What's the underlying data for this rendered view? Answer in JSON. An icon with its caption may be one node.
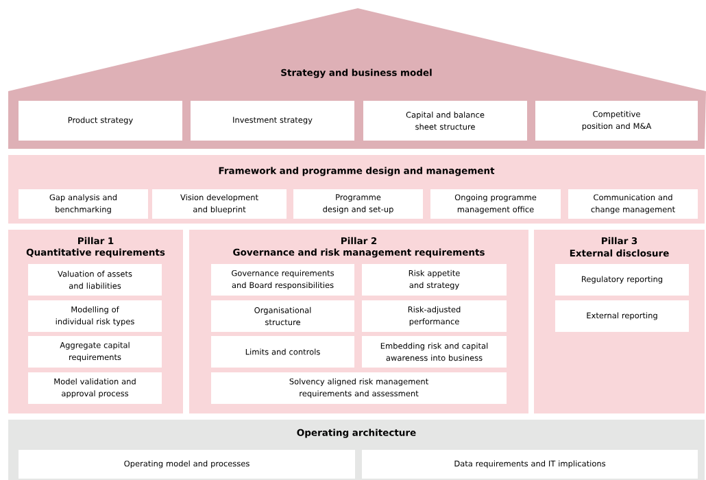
{
  "diagram": {
    "nodes": [
      {
        "text": [
          "Strategy and business model"
        ]
      },
      {
        "text": [
          "Product strategy"
        ],
        "in": 0
      },
      {
        "text": [
          "Investment strategy"
        ],
        "in": 0
      },
      {
        "text": [
          "Capital and balance sheet structure"
        ],
        "in": 0
      },
      {
        "text": [
          "Competitive position and M&A"
        ],
        "in": 0
      },
      {
        "text": [
          "Framework and programme design and management"
        ]
      },
      {
        "text": [
          "Gap analysis and benchmarking"
        ],
        "in": 5
      },
      {
        "text": [
          "Vision development and blueprint"
        ],
        "in": 5
      },
      {
        "text": [
          "Programme design and set-up"
        ],
        "in": 5
      },
      {
        "text": [
          "Ongoing programme management office"
        ],
        "in": 5
      },
      {
        "text": [
          "Communication and change management"
        ],
        "in": 5
      },
      {
        "text": [
          "Pillar 1",
          "Quantitative requirements"
        ]
      },
      {
        "text": [
          "Valuation of assets and liabilities"
        ],
        "in": 11
      },
      {
        "text": [
          "Modelling of individual risk types"
        ],
        "in": 11
      },
      {
        "text": [
          "Aggregate capital requirements"
        ],
        "in": 11
      },
      {
        "text": [
          "Model validation and approval process"
        ],
        "in": 11
      },
      {
        "text": [
          "Pillar 2",
          "Governance and risk management requirements"
        ]
      },
      {
        "text": [
          "Governance requirements and Board responsibilities"
        ],
        "in": 16
      },
      {
        "text": [
          "Risk appetite and strategy"
        ],
        "in": 16
      },
      {
        "text": [
          "Organisational structure"
        ],
        "in": 16
      },
      {
        "text": [
          "Risk-adjusted performance"
        ],
        "in": 16
      },
      {
        "text": [
          "Limits and controls"
        ],
        "in": 16
      },
      {
        "text": [
          "Embedding risk and capital awareness into business"
        ],
        "in": 16
      },
      {
        "text": [
          "Solvency aligned risk management requirements and assessment"
        ],
        "in": 16
      },
      {
        "text": [
          "Pillar 3",
          "External disclosure"
        ]
      },
      {
        "text": [
          "Regulatory reporting"
        ],
        "in": 24
      },
      {
        "text": [
          "External reporting"
        ],
        "in": 24
      },
      {
        "text": [
          "Operating architecture"
        ]
      },
      {
        "text": [
          "Operating model and processes"
        ],
        "in": 27
      },
      {
        "text": [
          "Data requirements and IT implications"
        ],
        "in": 27
      }
    ]
  }
}
